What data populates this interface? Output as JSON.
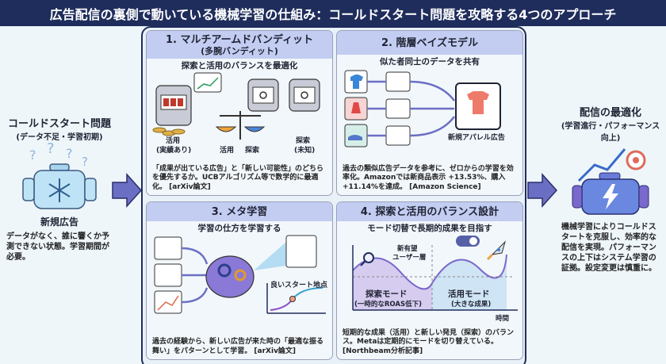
{
  "title": "広告配信の裏側で動いている機械学習の仕組み：コールドスタート問題を攻略する4つのアプローチ",
  "left": {
    "heading": "コールドスタート問題",
    "subheading": "(データ不足・学習初期)",
    "caption": "新規広告",
    "description": "データがなく、誰に響くか予測できない状態。学習期間が必要。"
  },
  "right": {
    "heading": "配信の最適化",
    "subheading": "(学習進行・パフォーマンス向上)",
    "description": "機械学習によりコールドスタートを克服し、効率的な配信を実現。パフォーマンスの上下はシステム学習の証拠。設定変更は慎重に。"
  },
  "panels": [
    {
      "title": "1. マルチアームドバンディット",
      "subtitle": "(多腕バンディット)",
      "lead": "探索と活用のバランスを最適化",
      "labels": [
        "活用",
        "(実績あり)",
        "活用",
        "探索",
        "探索",
        "(未知)"
      ],
      "body": "「成果が出ている広告」と「新しい可能性」のどちらを優先するか。UCBアルゴリズム等で数学的に最適化。 [arXiv論文]"
    },
    {
      "title": "2. 階層ベイズモデル",
      "lead": "似た者同士のデータを共有",
      "target_label": "新規アパレル広告",
      "body": "過去の類似広告データを参考に、ゼロからの学習を効率化。Amazonでは新商品表示 +13.53%、購入 +11.14%を達成。 [Amazon Science]"
    },
    {
      "title": "3. メタ学習",
      "lead": "学習の仕方を学習する",
      "chart_label": "良いスタート地点",
      "body": "過去の経験から、新しい広告が来た時の「最適な振る舞い」をパターンとして学習。 [arXiv論文]"
    },
    {
      "title": "4. 探索と活用のバランス設計",
      "lead": "モード切替で長期的成果を目指す",
      "annotation": [
        "新有望",
        "ユーザー層"
      ],
      "explore_mode": "探索モード",
      "explore_note": "(一時的なROAS低下)",
      "exploit_mode": "活用モード",
      "exploit_note": "(大きな成果)",
      "x_axis": "時間",
      "body": "短期的な成果（活用）と新しい発見（探索）のバランス。Metaは定期的にモードを切り替えている。 [Northbeam分析記事]"
    }
  ],
  "colors": {
    "title_bg": "#1f2d5c",
    "panel_header": "#c3cdf2",
    "arrow": "#6b6fc4"
  }
}
